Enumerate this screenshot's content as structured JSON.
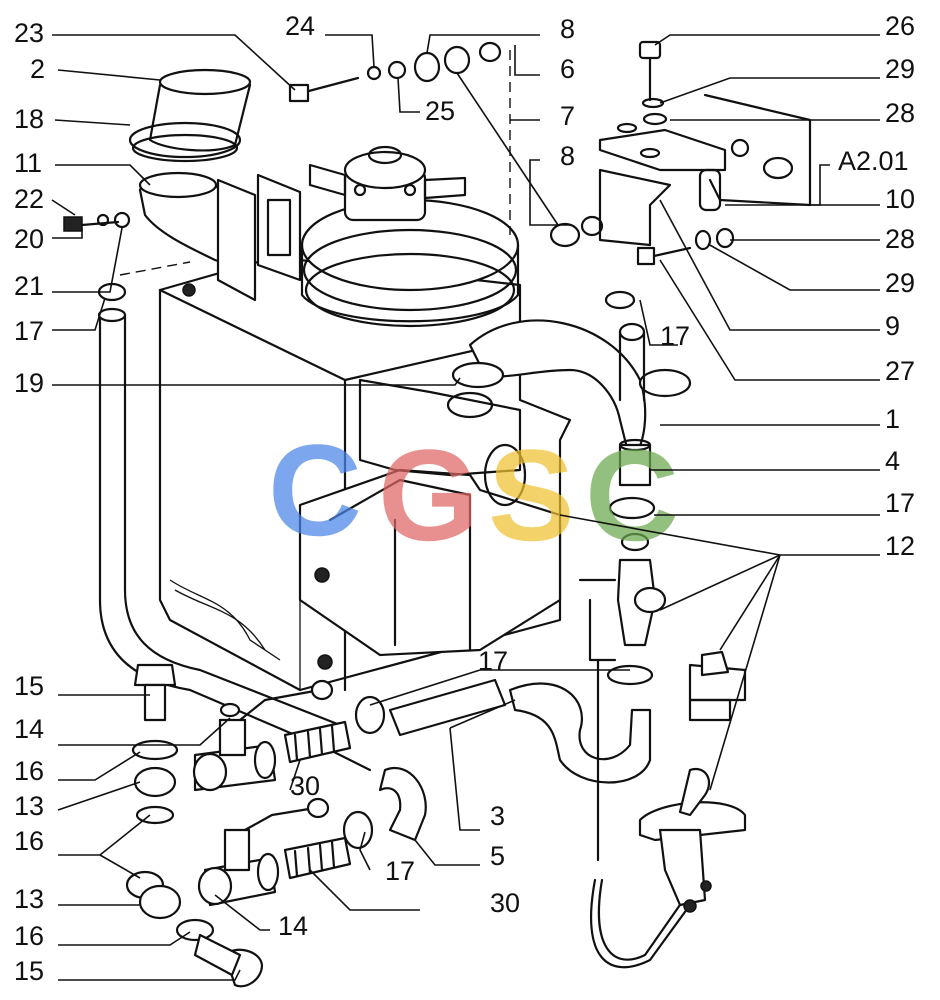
{
  "labels": {
    "l23": "23",
    "l2": "2",
    "l18": "18",
    "l11": "11",
    "l22": "22",
    "l20": "20",
    "l21": "21",
    "l17a": "17",
    "l19": "19",
    "l24": "24",
    "l8a": "8",
    "l6": "6",
    "l25": "25",
    "l7": "7",
    "l8b": "8",
    "l26": "26",
    "l29a": "29",
    "l28a": "28",
    "la201": "A2.01",
    "l10": "10",
    "l28b": "28",
    "l29b": "29",
    "l9": "9",
    "l17b": "17",
    "l27": "27",
    "l1": "1",
    "l4": "4",
    "l17c": "17",
    "l12": "12",
    "l15a": "15",
    "l14a": "14",
    "l16a": "16",
    "l13a": "13",
    "l16b": "16",
    "l17d": "17",
    "l30a": "30",
    "l3": "3",
    "l5": "5",
    "l17e": "17",
    "l13b": "13",
    "l14b": "14",
    "l30b": "30",
    "l16c": "16",
    "l15b": "15"
  },
  "watermark": {
    "letters": [
      "C",
      "G",
      "S",
      "C"
    ],
    "colors": [
      "#4a86e8",
      "#e06666",
      "#f1c232",
      "#6aa84f"
    ]
  }
}
